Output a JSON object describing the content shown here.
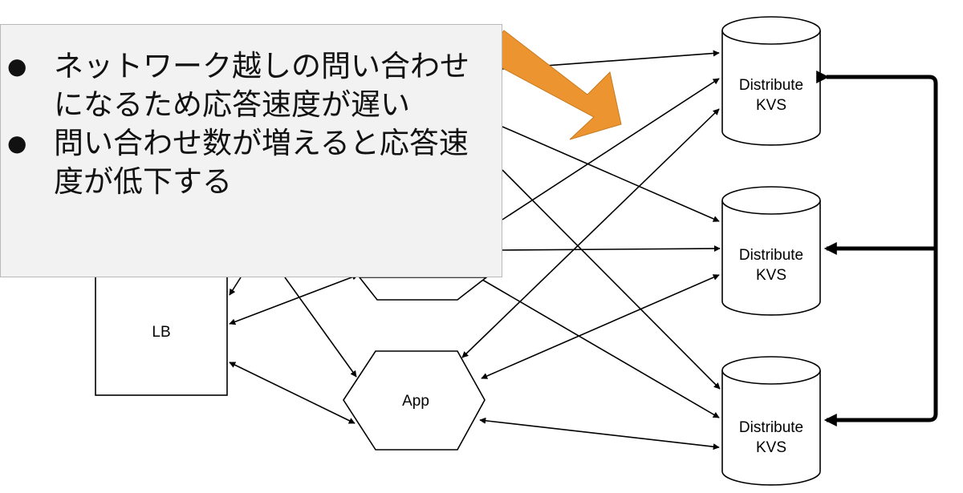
{
  "nodes": {
    "lb": "LB",
    "app": "App",
    "kvs": [
      "Distribute\nKVS",
      "Distribute\nKVS",
      "Distribute\nKVS"
    ]
  },
  "callout": {
    "bullet_symbol": "●",
    "bullets": [
      "ネットワーク越しの問い合わせになるため応答速度が遅い",
      "問い合わせ数が増えると応答速度が低下する"
    ]
  },
  "colors": {
    "arrow": "#ec9530",
    "callout_bg": "#f2f2f2",
    "line": "#000000"
  }
}
